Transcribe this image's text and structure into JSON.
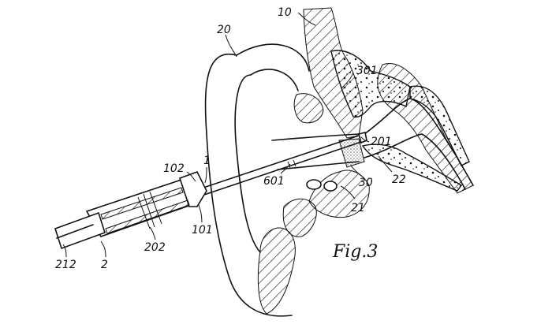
{
  "figure": {
    "caption": "Fig.3"
  },
  "labels": {
    "l10": "10",
    "l20": "20",
    "l301": "301",
    "l201": "201",
    "l30": "30",
    "l22": "22",
    "l21": "21",
    "l601": "601",
    "l102": "102",
    "l1": "1",
    "l101": "101",
    "l202": "202",
    "l212": "212",
    "l2": "2"
  }
}
